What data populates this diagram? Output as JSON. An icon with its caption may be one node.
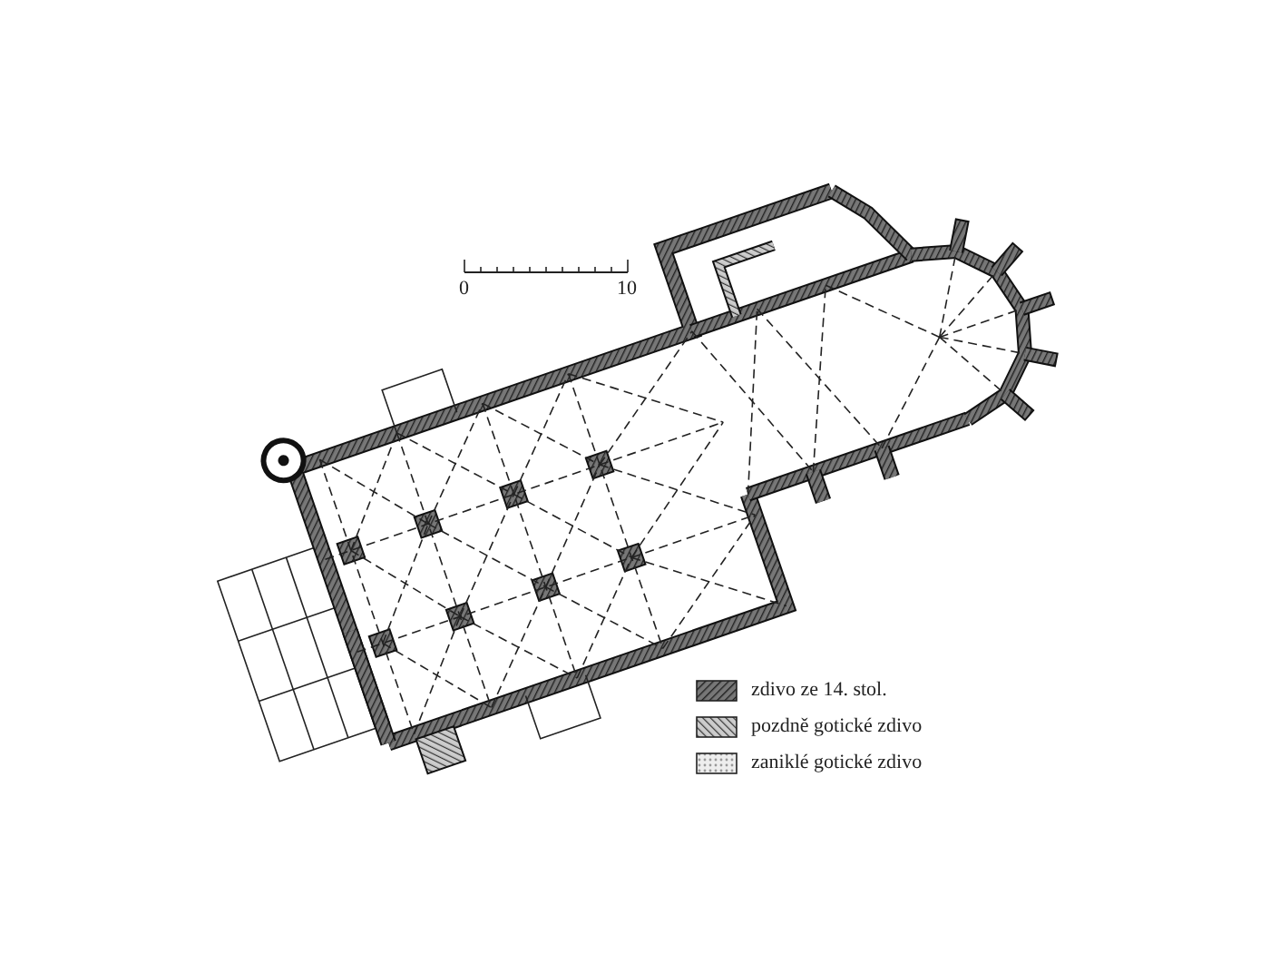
{
  "diagram": {
    "labels": [
      "0",
      "10"
    ],
    "legend": [
      {
        "text": "zdivo ze 14. stol."
      },
      {
        "text": "pozdně gotické zdivo"
      },
      {
        "text": "zaniklé gotické zdivo"
      }
    ]
  }
}
